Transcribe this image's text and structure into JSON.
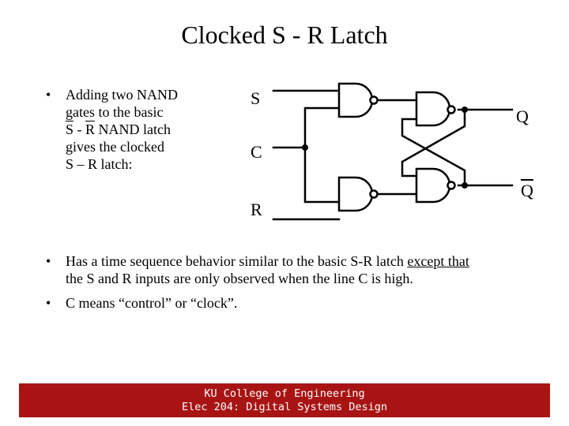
{
  "title": "Clocked S - R Latch",
  "bullet_dot": "•",
  "intro": {
    "line1": "Adding two NAND",
    "line2": "gates to the basic",
    "line3_s": "S",
    "line3_dash": " - ",
    "line3_r": "R",
    "line3_rest": " NAND latch",
    "line4": "gives the clocked",
    "line5": "S – R latch:"
  },
  "circuit": {
    "s_label": "S",
    "c_label": "C",
    "r_label": "R",
    "q_label": "Q",
    "qbar_label": "Q"
  },
  "bullets": {
    "b1_line1_pre": "Has a time sequence behavior similar to the basic S-R latch ",
    "b1_line1_ul": "except that",
    "b1_line2": "the S and R inputs are only observed when the line C is high.",
    "b2": "C means “control” or “clock”."
  },
  "footer": {
    "line1": "KU College of Engineering",
    "line2": "Elec 204: Digital Systems Design"
  }
}
